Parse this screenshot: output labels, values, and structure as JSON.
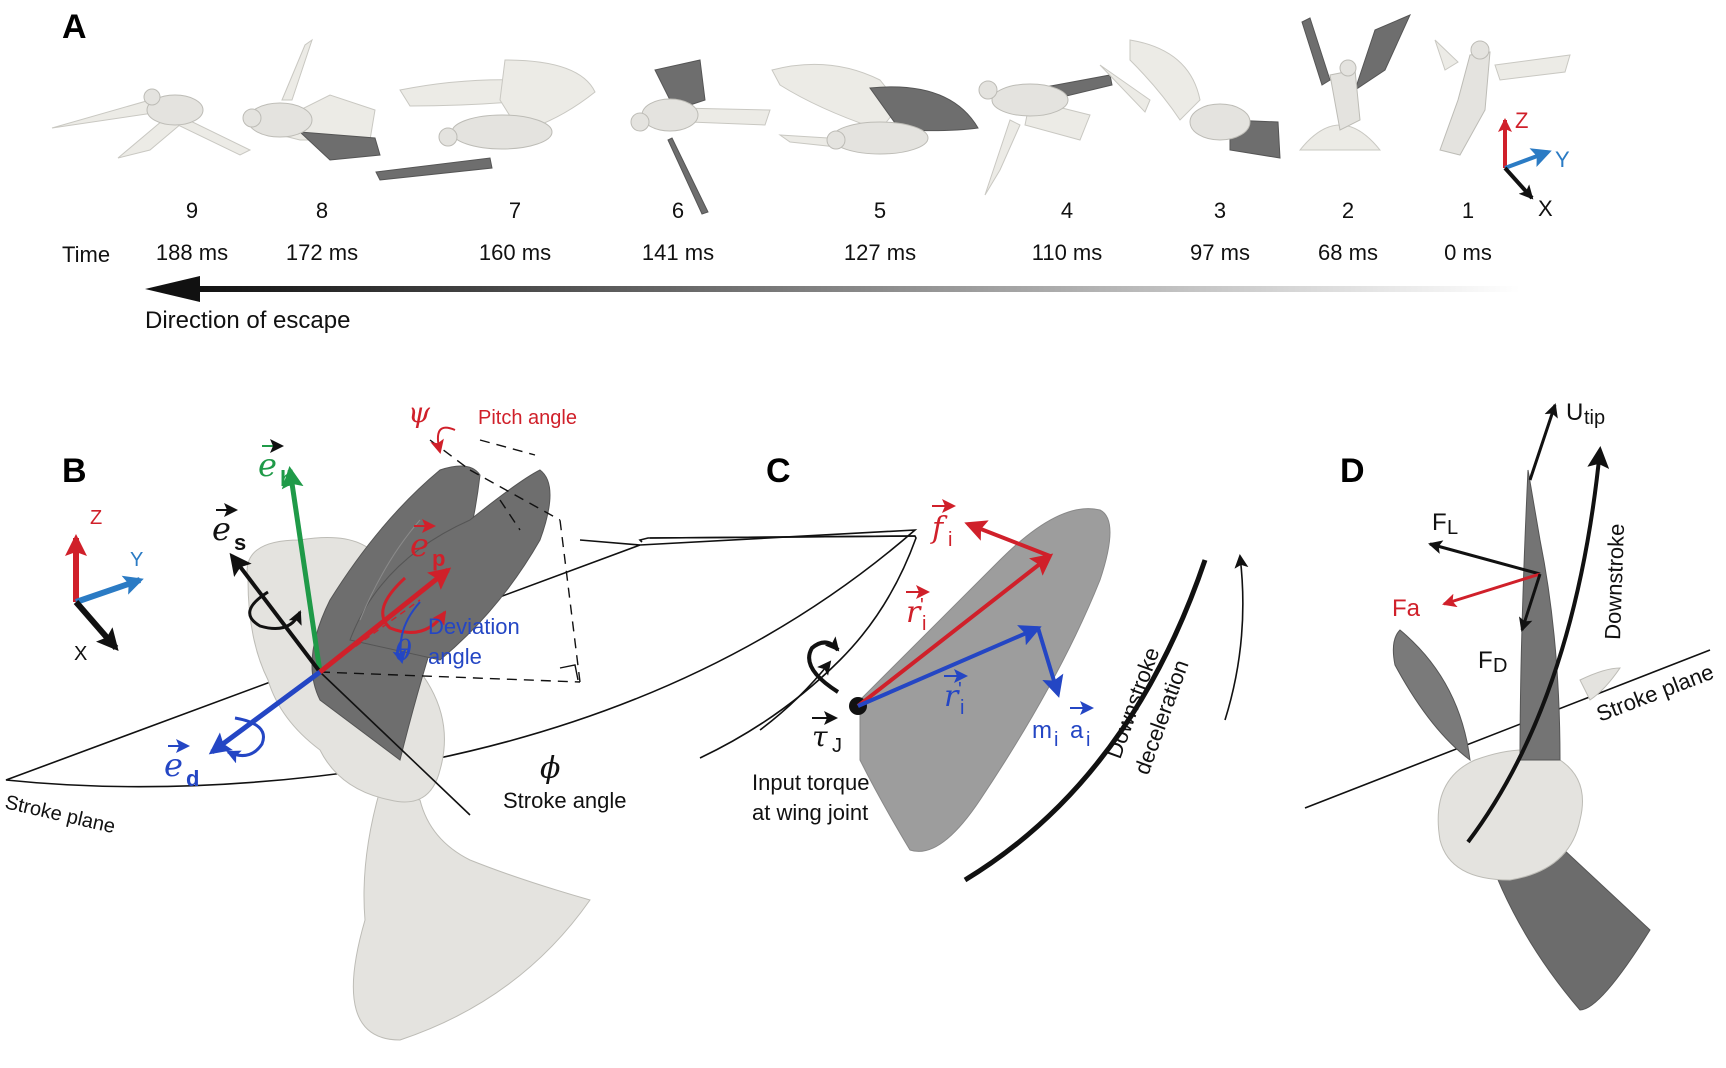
{
  "panels": {
    "A": "A",
    "B": "B",
    "C": "C",
    "D": "D"
  },
  "colors": {
    "red": "#d0202a",
    "blue": "#2446c4",
    "green": "#1f9a48",
    "axis_blue": "#2b7bc4",
    "black": "#111111"
  },
  "panel_a": {
    "time_label": "Time",
    "frames": [
      {
        "num": "9",
        "time": "188 ms"
      },
      {
        "num": "8",
        "time": "172 ms"
      },
      {
        "num": "7",
        "time": "160 ms"
      },
      {
        "num": "6",
        "time": "141 ms"
      },
      {
        "num": "5",
        "time": "127 ms"
      },
      {
        "num": "4",
        "time": "110 ms"
      },
      {
        "num": "3",
        "time": "97 ms"
      },
      {
        "num": "2",
        "time": "68 ms"
      },
      {
        "num": "1",
        "time": "0 ms"
      }
    ],
    "escape_label": "Direction of escape",
    "axes": {
      "z": "Z",
      "y": "Y",
      "x": "X"
    }
  },
  "panel_b": {
    "axes": {
      "z": "Z",
      "y": "Y",
      "x": "X"
    },
    "vectors": {
      "e": "e",
      "b": "b",
      "s": "s",
      "p": "p",
      "d": "d"
    },
    "psi": "ψ",
    "pitch_label": "Pitch angle",
    "theta": "θ",
    "deviation_label_1": "Deviation",
    "deviation_label_2": "angle",
    "phi": "ϕ",
    "stroke_angle_label": "Stroke angle",
    "stroke_plane_label": "Stroke plane"
  },
  "panel_c": {
    "f": "f",
    "r": "r",
    "prime": "'",
    "i": "i",
    "m": "m",
    "a": "a",
    "tau": "τ",
    "tau_sub": "J",
    "torque_1": "Input torque",
    "torque_2": "at wing joint",
    "downstroke_1": "Downstroke",
    "downstroke_2": "deceleration"
  },
  "panel_d": {
    "u": "U",
    "u_sub": "tip",
    "fl": "F",
    "fl_sub": "L",
    "fa": "Fa",
    "fd": "F",
    "fd_sub": "D",
    "downstroke": "Downstroke",
    "stroke_plane": "Stroke plane"
  }
}
